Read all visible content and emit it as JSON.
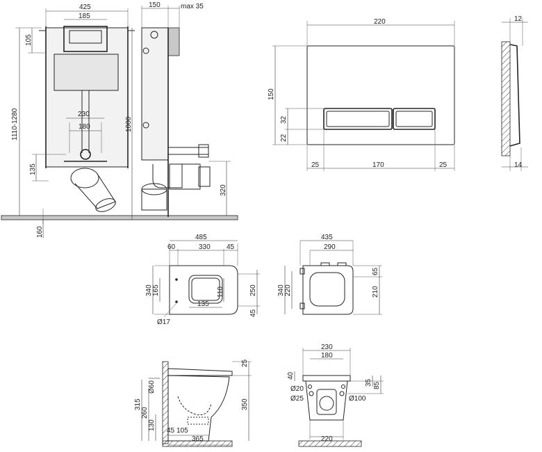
{
  "frame_view": {
    "dims": {
      "total_width": "425",
      "bracket_width": "185",
      "top_offset": "105",
      "wall_range": "1110-1280",
      "bracket_spacing": "230",
      "inner_spacing": "180",
      "outlet_height": "135"
    }
  },
  "side_view": {
    "dims": {
      "depth": "150",
      "max_depth": "max 35",
      "height": "1000",
      "floor_height": "320",
      "floor_depth": "160"
    }
  },
  "flush_plate_front": {
    "dims": {
      "width": "220",
      "height": "150",
      "button_height": "32",
      "bottom_offset": "22",
      "left_margin": "25",
      "button_width": "170",
      "right_margin": "25"
    }
  },
  "flush_plate_side": {
    "dims": {
      "depth_top": "12",
      "depth_bottom": "14"
    }
  },
  "toilet_top_view": {
    "dims": {
      "length": "485",
      "rear": "60",
      "mid": "330",
      "front": "45",
      "width": "340",
      "inner": "165",
      "bowl_width": "250",
      "bowl_offset": "45",
      "opening": "135",
      "opening_depth": "110",
      "hole": "Ø17"
    }
  },
  "seat_top_view": {
    "dims": {
      "length": "435",
      "inner": "290",
      "width": "340",
      "inner_width": "220",
      "seat_width": "210",
      "hinge": "65"
    }
  },
  "toilet_side_view": {
    "dims": {
      "thickness": "25",
      "pipe_dia": "Ø60",
      "height_total": "315",
      "height_mid": "260",
      "height_low": "130",
      "bowl_height": "350",
      "base_a": "45",
      "base_b": "105",
      "base_length": "365"
    }
  },
  "toilet_back_view": {
    "dims": {
      "top_width": "230",
      "inner_width": "180",
      "top_h": "40",
      "hole_small": "Ø20",
      "hole_mid": "Ø25",
      "hole_large": "Ø100",
      "side_a": "35",
      "side_b": "85",
      "bottom_width": "220"
    }
  }
}
